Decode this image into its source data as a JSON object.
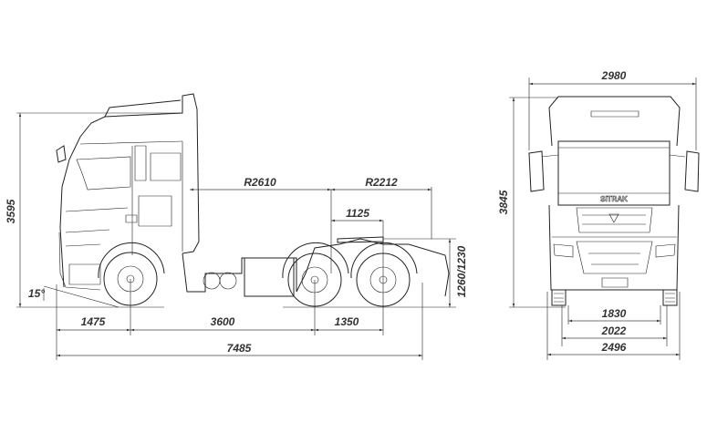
{
  "side_view": {
    "dimensions": {
      "overall_height": "3595",
      "approach_angle": "15°",
      "front_overhang": "1475",
      "wheelbase_front": "3600",
      "wheelbase_rear": "1350",
      "overall_length": "7485",
      "radius_front": "R2610",
      "radius_rear": "R2212",
      "fifth_wheel_offset": "1125",
      "fifth_wheel_height": "1260/1230"
    }
  },
  "front_view": {
    "brand": "SITRAK",
    "dimensions": {
      "overall_width": "2980",
      "overall_height": "3845",
      "front_track": "1830",
      "rear_track": "2022",
      "body_width": "2496"
    }
  }
}
